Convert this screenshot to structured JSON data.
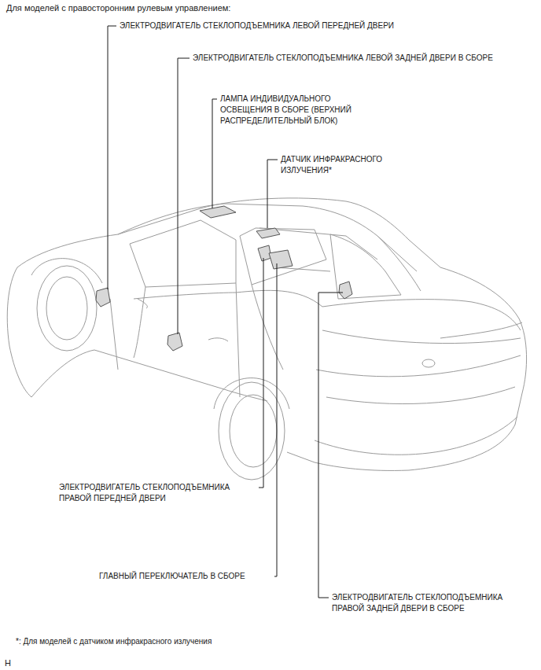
{
  "diagram": {
    "title": "Для моделей с правосторонним рулевым управлением:",
    "labels": [
      "ЭЛЕКТРОДВИГАТЕЛЬ СТЕКЛОПОДЪЕМНИКА ЛЕВОЙ ПЕРЕДНЕЙ ДВЕРИ",
      "ЭЛЕКТРОДВИГАТЕЛЬ СТЕКЛОПОДЪЕМНИКА ЛЕВОЙ ЗАДНЕЙ ДВЕРИ В СБОРЕ",
      "ЛАМПА ИНДИВИДУАЛЬНОГО ОСВЕЩЕНИЯ В СБОРЕ (ВЕРХНИЙ РАСПРЕДЕЛИТЕЛЬНЫЙ БЛОК)",
      "ДАТЧИК ИНФРАКРАСНОГО ИЗЛУЧЕНИЯ*",
      "ЭЛЕКТРОДВИГАТЕЛЬ СТЕКЛОПОДЪЕМНИКА ПРАВОЙ ПЕРЕДНЕЙ ДВЕРИ",
      "ГЛАВНЫЙ ПЕРЕКЛЮЧАТЕЛЬ В СБОРЕ",
      "ЭЛЕКТРОДВИГАТЕЛЬ СТЕКЛОПОДЪЕМНИКА ПРАВОЙ ЗАДНЕЙ ДВЕРИ В СБОРЕ",
      "*: Для моделей с датчиком инфракрасного излучения",
      "H"
    ]
  }
}
